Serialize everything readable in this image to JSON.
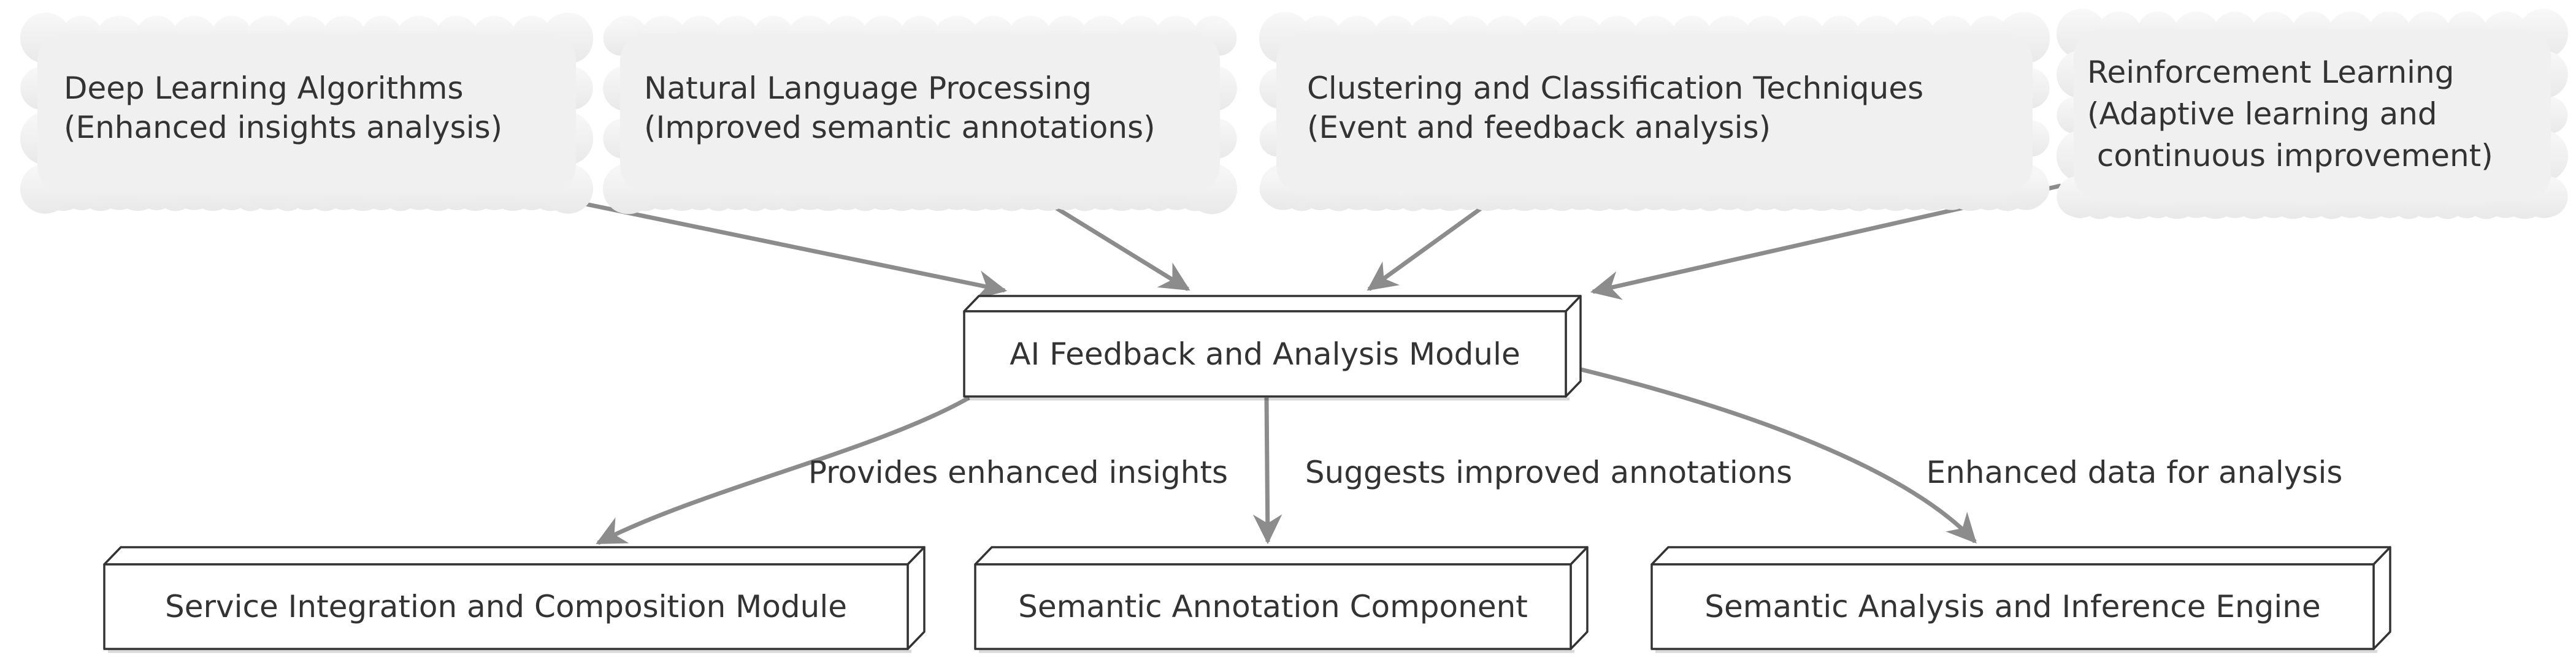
{
  "diagram": {
    "title": "AI feedback and analysis architecture diagram",
    "clouds": [
      {
        "id": "deep-learning",
        "label": "Deep Learning Algorithms\n(Enhanced insights analysis)"
      },
      {
        "id": "nlp",
        "label": "Natural Language Processing\n(Improved semantic annotations)"
      },
      {
        "id": "clustering",
        "label": "Clustering and Classification Techniques\n(Event and feedback analysis)"
      },
      {
        "id": "reinforcement",
        "label": "Reinforcement Learning\n(Adaptive learning and\n continuous improvement)"
      }
    ],
    "center": {
      "id": "ai-feedback-module",
      "label": "AI Feedback and Analysis Module"
    },
    "modules": [
      {
        "id": "service-integration",
        "label": "Service Integration and Composition Module"
      },
      {
        "id": "semantic-annotation",
        "label": "Semantic Annotation Component"
      },
      {
        "id": "semantic-analysis",
        "label": "Semantic Analysis and Inference Engine"
      }
    ],
    "edges": [
      {
        "from": "Deep Learning Algorithms",
        "to": "AI Feedback and Analysis Module",
        "label": ""
      },
      {
        "from": "Natural Language Processing",
        "to": "AI Feedback and Analysis Module",
        "label": ""
      },
      {
        "from": "Clustering and Classification Techniques",
        "to": "AI Feedback and Analysis Module",
        "label": ""
      },
      {
        "from": "Reinforcement Learning",
        "to": "AI Feedback and Analysis Module",
        "label": ""
      },
      {
        "from": "AI Feedback and Analysis Module",
        "to": "Service Integration and Composition Module",
        "label": "Provides enhanced insights"
      },
      {
        "from": "AI Feedback and Analysis Module",
        "to": "Semantic Annotation Component",
        "label": "Suggests improved annotations"
      },
      {
        "from": "AI Feedback and Analysis Module",
        "to": "Semantic Analysis and Inference Engine",
        "label": "Enhanced data for analysis"
      }
    ],
    "colors": {
      "edge": "#8c8c8c",
      "node_stroke": "#333333",
      "node_fill": "#ffffff",
      "text": "#333333",
      "cloud_fill": "#f0f0f0",
      "cloud_grad_top": "#f8f8f8",
      "cloud_grad_bottom": "#e9e9e9",
      "background": "#ffffff"
    }
  }
}
